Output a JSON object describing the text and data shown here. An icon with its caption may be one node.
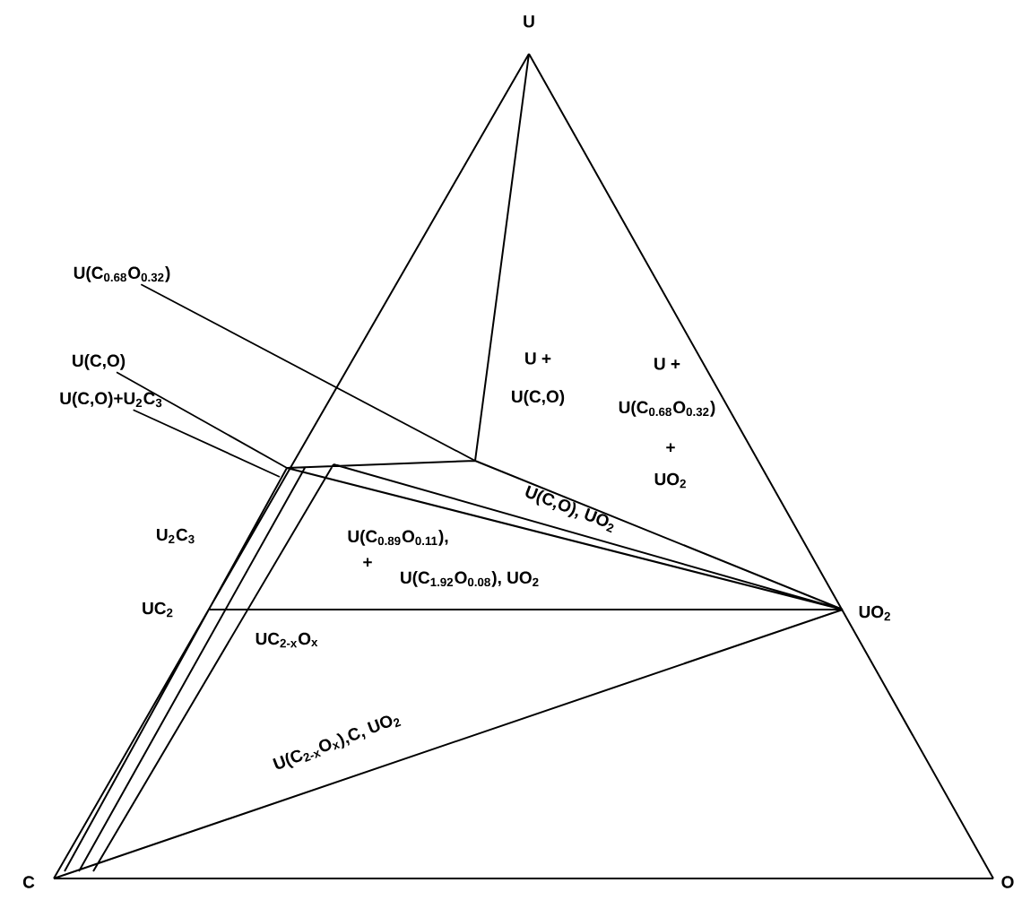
{
  "diagram": {
    "nodes": [
      {
        "text": [
          "U(C$_{0.68}$O$_{0.32}$)"
        ]
      },
      {
        "text": [
          "U(C,O)"
        ]
      },
      {
        "text": [
          "U(C,O)+U$_{2}$C$_{3}$"
        ]
      }
    ],
    "edges": [
      {
        "from": 0,
        "to": null,
        "arrow": "none"
      },
      {
        "from": 1,
        "to": null,
        "arrow": "none"
      },
      {
        "from": 2,
        "to": null,
        "arrow": "none"
      }
    ],
    "labels": [
      "U",
      "U +",
      "U(C,O)",
      "U +",
      "U(C$_{0.68}$O$_{0.32}$)",
      "+",
      "UO$_{2}$",
      "U(C,O), UO$_{2}$",
      "U$_{2}$C$_{3}$",
      "U(C$_{0.89}$O$_{0.11}$),",
      "+",
      "U(C$_{1.92}$O$_{0.08}$), UO$_{2}$",
      "UC$_{2}$",
      "UO$_{2}$",
      "UC$_{2-x}$O$_{x}$",
      "U(C$_{2-x}$O$_{x}$),C, UO$_{2}$",
      "C",
      "O"
    ]
  }
}
